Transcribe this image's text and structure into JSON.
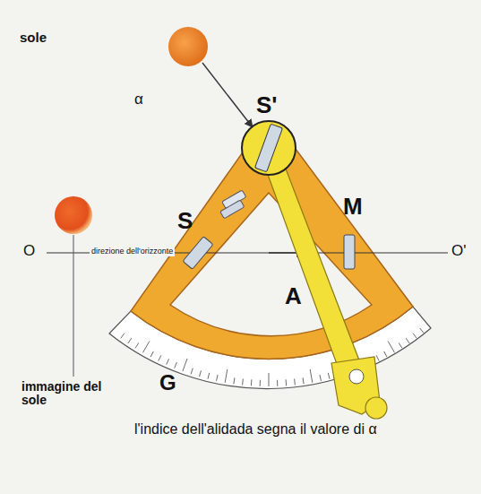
{
  "diagram": {
    "labels": [
      "sole",
      "S'",
      "α",
      "M",
      "O",
      "direzione dell'orizzonte",
      "S",
      "O'",
      "A",
      "G",
      "immagine del sole",
      "l'indice dell'alidada segna il valore di α"
    ]
  }
}
